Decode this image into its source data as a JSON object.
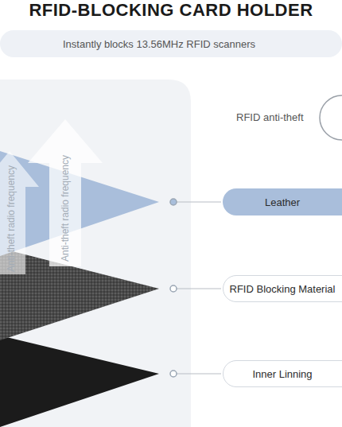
{
  "diagram": {
    "title": "RFID-BLOCKING CARD HOLDER",
    "nodes": [
      {
        "text": [
          "Instantly blocks 13.56MHz RFID scanners"
        ]
      },
      {
        "text": [
          "Leather"
        ]
      },
      {
        "text": [
          "RFID Blocking Material"
        ]
      },
      {
        "text": [
          "Inner Linning"
        ]
      }
    ],
    "labels": [
      "RFID anti-theft",
      "Anti-theft radio frequency",
      "Anti-theft radio frequency"
    ]
  }
}
